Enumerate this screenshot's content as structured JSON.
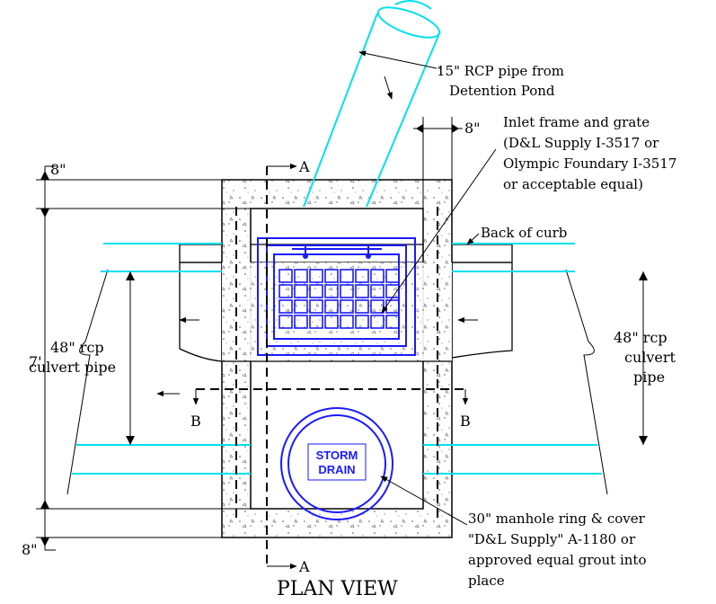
{
  "drawing": {
    "title": "PLAN VIEW",
    "storm_label_line1": "STORM",
    "storm_label_line2": "DRAIN",
    "dimensions": {
      "top_wall": "8\"",
      "bottom_wall": "8\"",
      "height": "7'",
      "grate_offset": "8\""
    },
    "section_markers": {
      "a_top": "A",
      "a_bottom": "A",
      "b_left": "B",
      "b_right": "B"
    },
    "callouts": {
      "pipe_line1": "15\" RCP pipe from",
      "pipe_line2": "Detention Pond",
      "inlet_line1": "Inlet frame and grate",
      "inlet_line2": "(D&L Supply I-3517 or",
      "inlet_line3": "Olympic Foundary I-3517",
      "inlet_line4": "or acceptable equal)",
      "curb": "Back of curb",
      "culvert_left_line1": "48\" rcp",
      "culvert_left_line2": "culvert pipe",
      "culvert_right_line1": "48\" rcp",
      "culvert_right_line2": "culvert",
      "culvert_right_line3": "pipe",
      "manhole_line1": "30\" manhole ring & cover",
      "manhole_line2": "\"D&L Supply\" A-1180 or",
      "manhole_line3": "approved equal grout into",
      "manhole_line4": "place"
    }
  },
  "colors": {
    "pipe": "#00e0ee",
    "grate": "#1a1aff",
    "line": "#000000"
  }
}
